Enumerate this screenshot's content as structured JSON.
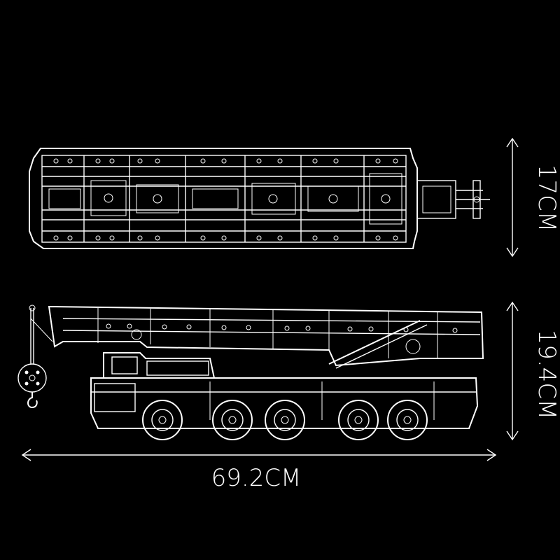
{
  "dimensions": {
    "top_height": "17CM",
    "side_height": "19.4CM",
    "length": "69.2CM"
  },
  "colors": {
    "background": "#000000",
    "line": "#ffffff"
  },
  "views": {
    "top": "crane-top-view",
    "side": "crane-side-view"
  }
}
